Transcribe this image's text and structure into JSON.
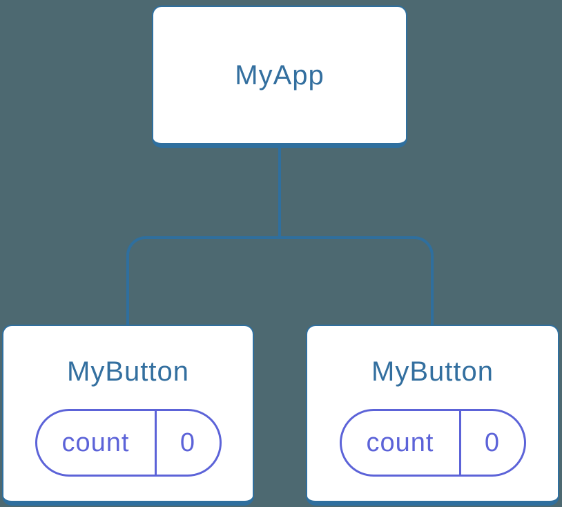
{
  "colors": {
    "background": "#4D6971",
    "connector_line": "#2F6F9E",
    "node_fill": "#FFFFFF",
    "title_text": "#336F9F",
    "state_accent": "#5C63D8"
  },
  "tree": {
    "root": {
      "label": "MyApp"
    },
    "children": [
      {
        "label": "MyButton",
        "state": {
          "key": "count",
          "value": "0"
        }
      },
      {
        "label": "MyButton",
        "state": {
          "key": "count",
          "value": "0"
        }
      }
    ]
  }
}
